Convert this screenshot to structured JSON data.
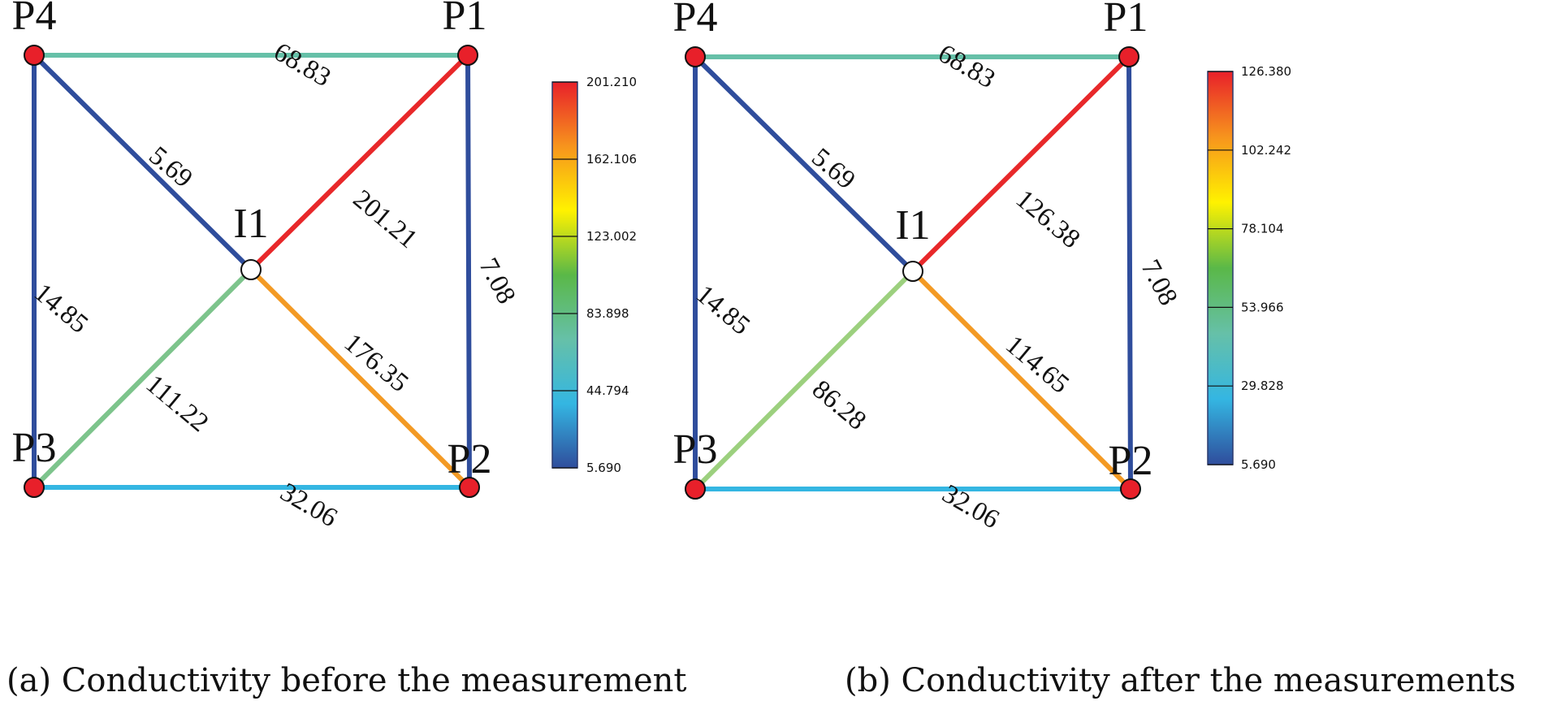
{
  "panels": [
    {
      "caption": "(a) Conductivity before the measurement",
      "nodes": [
        {
          "id": "P4",
          "label": "P4",
          "type": "pipe-node"
        },
        {
          "id": "P1",
          "label": "P1",
          "type": "pipe-node"
        },
        {
          "id": "P2",
          "label": "P2",
          "type": "pipe-node"
        },
        {
          "id": "P3",
          "label": "P3",
          "type": "pipe-node"
        },
        {
          "id": "I1",
          "label": "I1",
          "type": "interior-node"
        }
      ],
      "edges": [
        {
          "from": "P4",
          "to": "P1",
          "label": "68.83",
          "color": "#66c0a8"
        },
        {
          "from": "P4",
          "to": "I1",
          "label": "5.69",
          "color": "#2f4d9c"
        },
        {
          "from": "P1",
          "to": "I1",
          "label": "201.21",
          "color": "#e8282a"
        },
        {
          "from": "P1",
          "to": "P2",
          "label": "7.08",
          "color": "#2f4d9c"
        },
        {
          "from": "P4",
          "to": "P3",
          "label": "14.85",
          "color": "#2f4d9c"
        },
        {
          "from": "I1",
          "to": "P3",
          "label": "111.22",
          "color": "#7dc48c"
        },
        {
          "from": "I1",
          "to": "P2",
          "label": "176.35",
          "color": "#f39a24"
        },
        {
          "from": "P3",
          "to": "P2",
          "label": "32.06",
          "color": "#34b6e2"
        }
      ],
      "colorbar": {
        "ticks": [
          "201.210",
          "162.106",
          "123.002",
          "83.898",
          "44.794",
          "5.690"
        ],
        "min": 5.69,
        "max": 201.21
      }
    },
    {
      "caption": "(b) Conductivity after the measurements",
      "nodes": [
        {
          "id": "P4",
          "label": "P4",
          "type": "pipe-node"
        },
        {
          "id": "P1",
          "label": "P1",
          "type": "pipe-node"
        },
        {
          "id": "P2",
          "label": "P2",
          "type": "pipe-node"
        },
        {
          "id": "P3",
          "label": "P3",
          "type": "pipe-node"
        },
        {
          "id": "I1",
          "label": "I1",
          "type": "interior-node"
        }
      ],
      "edges": [
        {
          "from": "P4",
          "to": "P1",
          "label": "68.83",
          "color": "#66c0a8"
        },
        {
          "from": "P4",
          "to": "I1",
          "label": "5.69",
          "color": "#2f4d9c"
        },
        {
          "from": "P1",
          "to": "I1",
          "label": "126.38",
          "color": "#e8282a"
        },
        {
          "from": "P1",
          "to": "P2",
          "label": "7.08",
          "color": "#2f4d9c"
        },
        {
          "from": "P4",
          "to": "P3",
          "label": "14.85",
          "color": "#2f4d9c"
        },
        {
          "from": "I1",
          "to": "P3",
          "label": "86.28",
          "color": "#9cd07e"
        },
        {
          "from": "I1",
          "to": "P2",
          "label": "114.65",
          "color": "#f39a24"
        },
        {
          "from": "P3",
          "to": "P2",
          "label": "32.06",
          "color": "#34b6e2"
        }
      ],
      "colorbar": {
        "ticks": [
          "126.380",
          "102.242",
          "78.104",
          "53.966",
          "29.828",
          "5.690"
        ],
        "min": 5.69,
        "max": 126.38
      }
    }
  ],
  "colors": {
    "pipe_node_fill": "#e8202a",
    "interior_node_fill": "#ffffff",
    "colormap": [
      "#2f4d9c",
      "#34b6e2",
      "#66c0a8",
      "#5ab848",
      "#fff200",
      "#f7941d",
      "#e8202a"
    ]
  }
}
